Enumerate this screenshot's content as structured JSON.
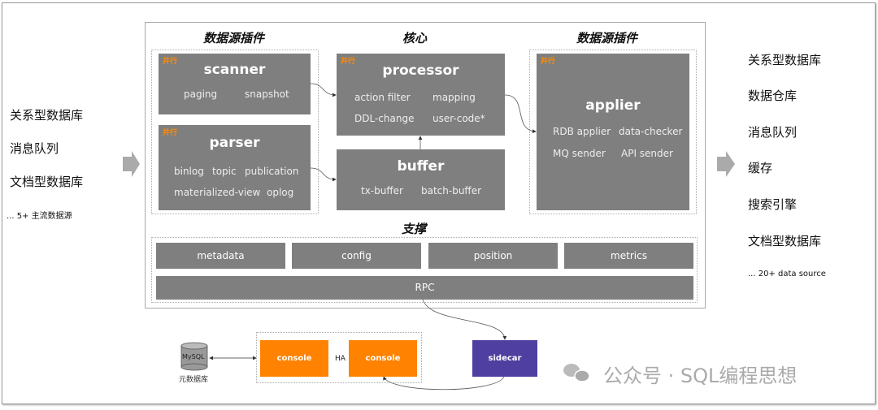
{
  "left_sources": {
    "items": [
      "关系型数据库",
      "消息队列",
      "文档型数据库"
    ],
    "more": "... 5+ 主流数据源"
  },
  "right_targets": {
    "items": [
      "关系型数据库",
      "数据仓库",
      "消息队列",
      "缓存",
      "搜索引擎",
      "文档型数据库"
    ],
    "more": "... 20+ data source"
  },
  "sections": {
    "source_plugin": "数据源插件",
    "core": "核心",
    "sink_plugin": "数据源插件",
    "support": "支撑"
  },
  "parallel_label": "并行",
  "scanner": {
    "title": "scanner",
    "items": [
      "paging",
      "snapshot"
    ]
  },
  "parser": {
    "title": "parser",
    "items": [
      "binlog",
      "topic",
      "publication",
      "materialized-view",
      "oplog"
    ]
  },
  "processor": {
    "title": "processor",
    "items": [
      "action filter",
      "mapping",
      "DDL-change",
      "user-code*"
    ]
  },
  "buffer": {
    "title": "buffer",
    "items": [
      "tx-buffer",
      "batch-buffer"
    ]
  },
  "applier": {
    "title": "applier",
    "items": [
      "RDB applier",
      "data-checker",
      "MQ sender",
      "API sender"
    ]
  },
  "support": {
    "items": [
      "metadata",
      "config",
      "position",
      "metrics"
    ],
    "rpc": "RPC"
  },
  "bottom": {
    "mysql": "MySQL",
    "mysql_caption": "元数据库",
    "console1": "console",
    "console2": "console",
    "ha": "HA",
    "sidecar": "sidecar"
  },
  "watermark": "公众号 · SQL编程思想",
  "colors": {
    "box_gray": "#7f7f7f",
    "parallel": "#ff8a00",
    "console": "#ff8200",
    "sidecar": "#4f3fa0"
  }
}
